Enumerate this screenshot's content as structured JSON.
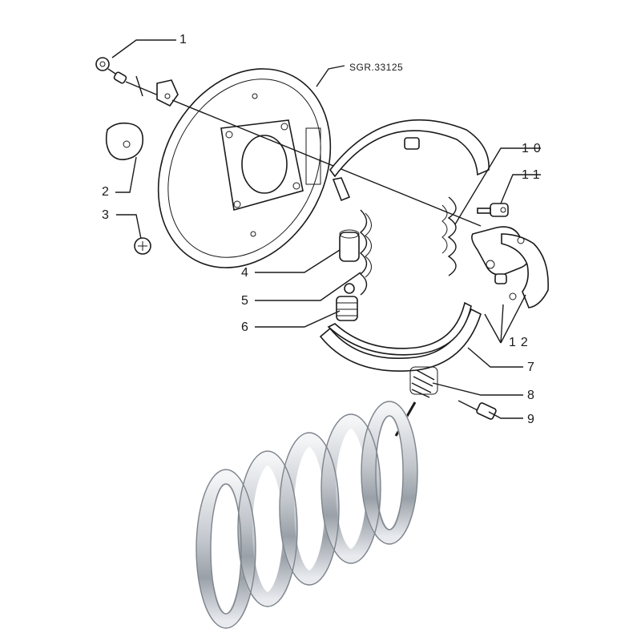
{
  "diagram": {
    "reference": "SGR.33125",
    "callouts": [
      "1",
      "2",
      "3",
      "4",
      "5",
      "6",
      "7",
      "8",
      "9",
      "10",
      "11",
      "12"
    ]
  },
  "colors": {
    "ink": "#1a1a1a",
    "background": "#ffffff",
    "spring_metal": "#c9ccd1"
  },
  "icons": {
    "spring": "coil-spring-photo"
  }
}
